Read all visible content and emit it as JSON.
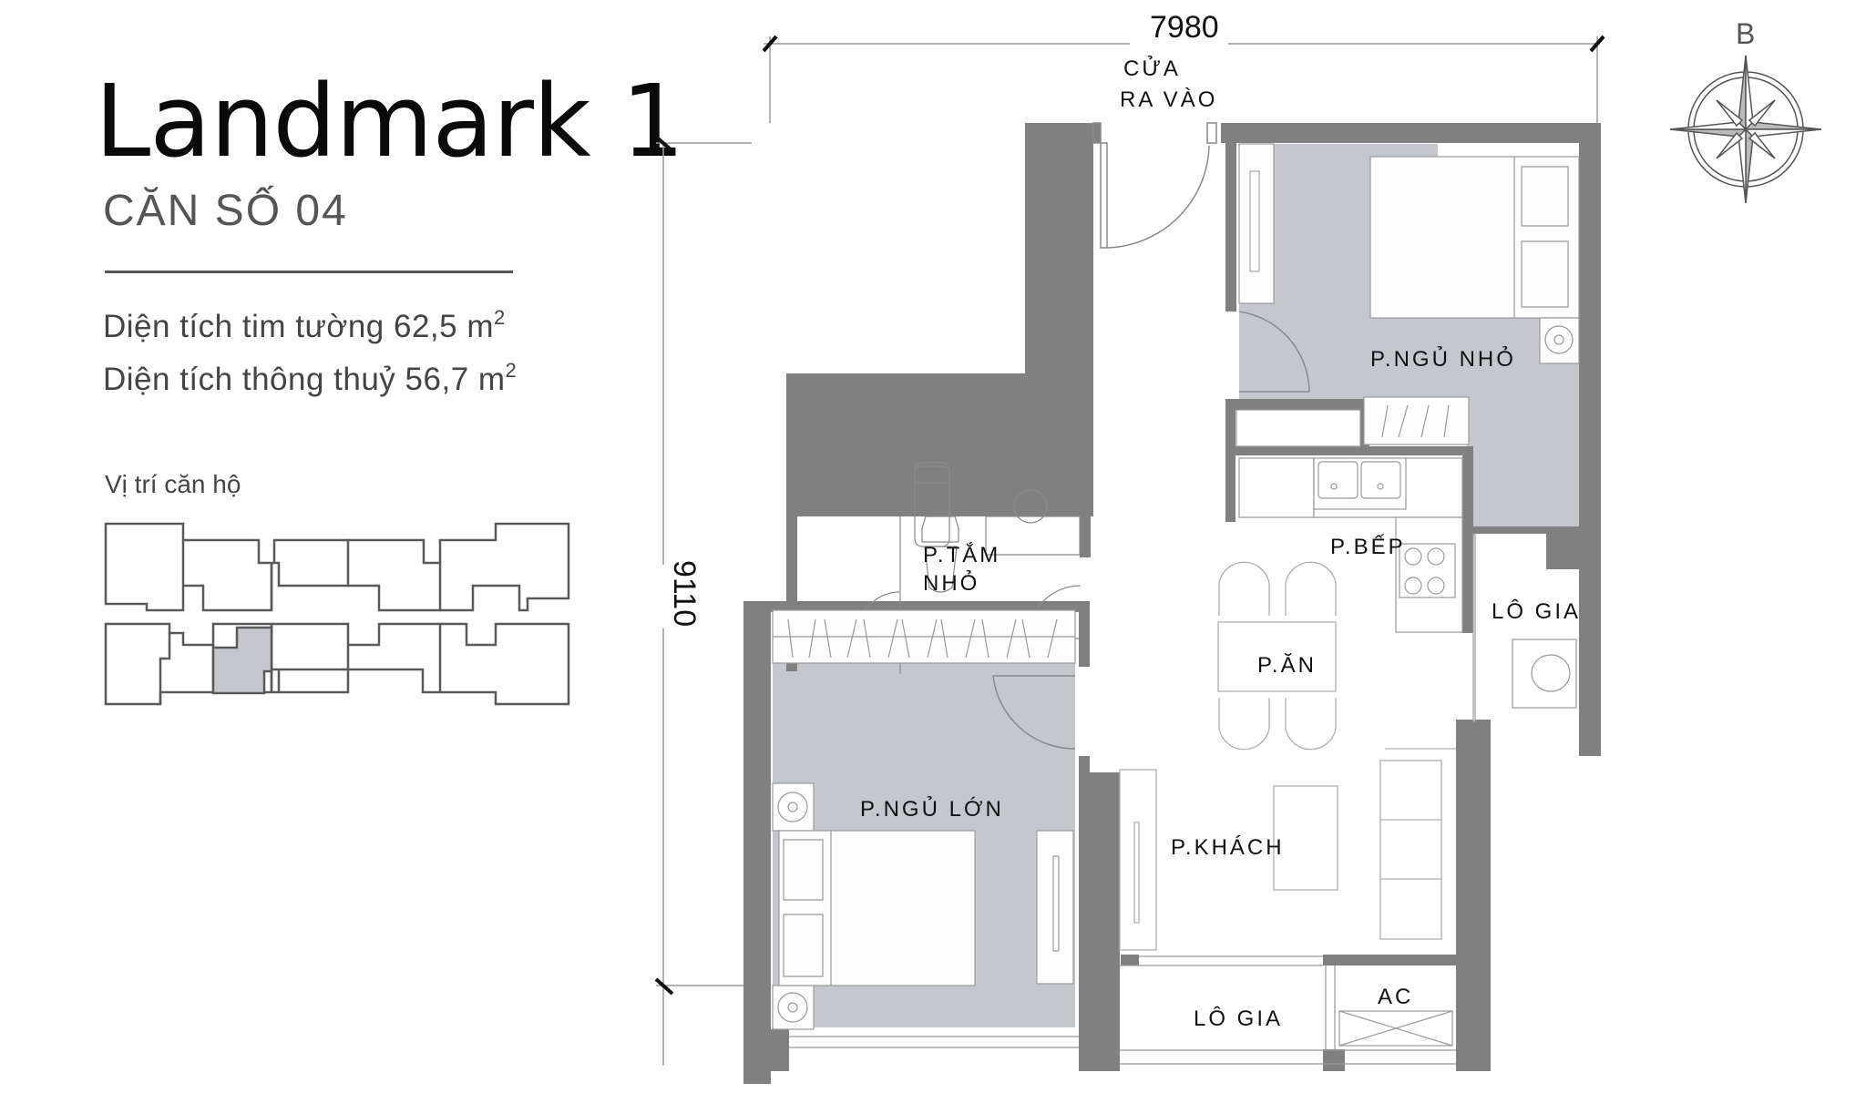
{
  "header": {
    "title": "Landmark 1",
    "unit": "CĂN SỐ 04"
  },
  "areas": {
    "gross_label": "Diện tích tim tường 62,5 m",
    "gross_value": "62,5",
    "net_label": "Diện tích thông thuỷ 56,7 m",
    "net_value": "56,7",
    "unit_superscript": "2"
  },
  "key_plan": {
    "label": "Vị trí căn hộ",
    "highlight_color": "#c4c8ce",
    "highlighted_unit": "lower row, 3rd unit from left"
  },
  "compass": {
    "north_label": "B"
  },
  "dimensions": {
    "width": "7980",
    "depth": "9110"
  },
  "rooms": {
    "entrance": [
      "CỬA",
      "RA VÀO"
    ],
    "small_bedroom": "P.NGỦ NHỎ",
    "kitchen": "P.BẾP",
    "dining": "P.ĂN",
    "small_bathroom": [
      "P.TẮM",
      "NHỎ"
    ],
    "master_bedroom": "P.NGỦ LỚN",
    "living": "P.KHÁCH",
    "logia_right": "LÔ GIA",
    "logia_bottom": "LÔ GIA",
    "ac": "AC"
  },
  "colors": {
    "wall": "#808080",
    "bedroom_floor": "#c4c8ce",
    "text_dark": "#111111",
    "text_gray": "#555555"
  }
}
